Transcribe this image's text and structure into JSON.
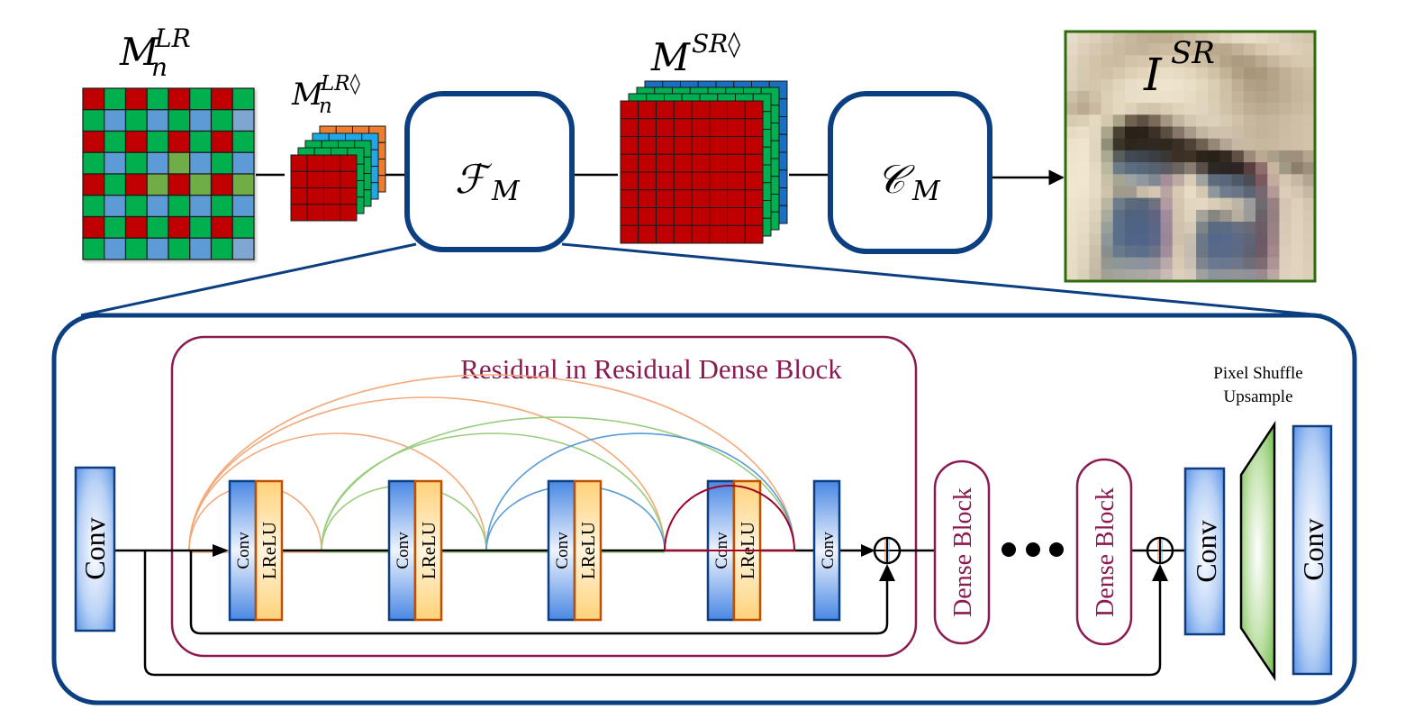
{
  "top_row": {
    "bayer_input": {
      "label_main": "M",
      "label_sub": "n",
      "label_sup": "LR",
      "pattern": [
        [
          "R",
          "G",
          "R",
          "G",
          "R",
          "G",
          "R",
          "G"
        ],
        [
          "G",
          "B",
          "G",
          "B",
          "G",
          "B",
          "G",
          "Bl"
        ],
        [
          "R",
          "G",
          "R",
          "G",
          "R",
          "G",
          "R",
          "G"
        ],
        [
          "G",
          "B",
          "G",
          "B",
          "O",
          "B",
          "G",
          "B"
        ],
        [
          "R",
          "G",
          "R",
          "O",
          "R",
          "O",
          "R",
          "O"
        ],
        [
          "G",
          "B",
          "G",
          "B",
          "G",
          "B",
          "G",
          "B"
        ],
        [
          "R",
          "G",
          "R",
          "G",
          "R",
          "G",
          "R",
          "G"
        ],
        [
          "G",
          "B",
          "G",
          "B",
          "G",
          "B",
          "G",
          "Bl"
        ]
      ]
    },
    "packed_input": {
      "label_main": "M",
      "label_sub": "n",
      "label_sup": "LR◊",
      "grid_size": 4,
      "layers": [
        "orange",
        "blue",
        "green",
        "green",
        "red"
      ]
    },
    "feature_module": {
      "symbol": "ℱ",
      "subscript": "M"
    },
    "sr_mosaic": {
      "label_main": "M",
      "label_sup": "SR◊",
      "grid_size": 8,
      "layers": [
        "blue",
        "green",
        "green",
        "red"
      ]
    },
    "color_module": {
      "symbol": "𝒞",
      "subscript": "M"
    },
    "output_image": {
      "label_main": "I",
      "label_sup": "SR",
      "pixels": [
        "e6dccb",
        "e2d6c1",
        "dcd0bb",
        "d6c8b0",
        "cdbfa6",
        "c8b79d",
        "c2b196",
        "bfae93",
        "c0ad92",
        "c5b398",
        "ccbaa0",
        "d2c1a8",
        "d9c9b1",
        "e0d1ba",
        "e6d9c4",
        "e8ddc9",
        "e6dac6",
        "e2d5c0",
        "ddd0ba",
        "d8cab3",
        "d4c5ad",
        "e4d9c6",
        "ddd0ba",
        "d6c8b0",
        "d0c1a8",
        "cbbba1",
        "c6b69b",
        "c4b398",
        "c9b89d",
        "cdbca2",
        "cdbba1",
        "c8b69c",
        "c2b095",
        "bca98e",
        "bba88c",
        "c3b196",
        "cdbca2",
        "d6c6ad",
        "ddcdb6",
        "e0d2bb",
        "ddcfb7",
        "d9cab2",
        "e0d4bf",
        "d8cab3",
        "d2c3aa",
        "ccbda3",
        "ccbca2",
        "d2c3a9",
        "d5c6ad",
        "d8caaf",
        "dccdb4",
        "dbccb3",
        "d5c6ac",
        "cdbda3",
        "c2b196",
        "b5a388",
        "ad9a80",
        "b09d83",
        "bcaa8f",
        "c8b79e",
        "d1c1a8",
        "d6c7ae",
        "d7c8b0",
        "ded2bd",
        "d6c9b1",
        "d2c3aa",
        "d0c1a7",
        "d6c7ad",
        "ddcfb5",
        "e2d5bc",
        "e6dac2",
        "e8ddc5",
        "e6dbc3",
        "e2d6bd",
        "dacdb4",
        "d0c1a7",
        "c3b297",
        "b3a185",
        "a8957a",
        "ab987d",
        "b6a489",
        "c1b095",
        "cab99f",
        "cfbfa5",
        "dcd0bb",
        "d5c8b0",
        "d4c6ad",
        "d9cbb2",
        "e1d5bc",
        "e7dcc4",
        "ebe1ca",
        "ede3cc",
        "eee4ce",
        "ede3cc",
        "e9dfc8",
        "e3d8c0",
        "dacdb4",
        "cebfa6",
        "bfae93",
        "b29f85",
        "b09d83",
        "b6a48a",
        "bfae94",
        "c7b79d",
        "ccbca3",
        "cdbfa8",
        "c2b49b",
        "cfc1a7",
        "dccfb5",
        "e4d8bf",
        "e8ddc5",
        "eae0c9",
        "ebe1ca",
        "ebe1cb",
        "eae0c9",
        "e6dbc4",
        "e1d5bd",
        "d9ccb3",
        "cfc0a7",
        "c3b399",
        "b8a78d",
        "b4a289",
        "b8a78d",
        "bfae95",
        "c6b69c",
        "cbbba2",
        "c4b59c",
        "bba990",
        "cab9a0",
        "dccfb5",
        "e4d9c0",
        "ddd2b9",
        "d3c7ad",
        "d1c4aa",
        "d8ccb2",
        "dfd3ba",
        "e3d8bf",
        "e0d5bd",
        "dacdb5",
        "d1c3aa",
        "c8b8a0",
        "bfae95",
        "bbaa91",
        "beae94",
        "c4b49a",
        "cab9a0",
        "cebea5",
        "d8cbb3",
        "dbcfb6",
        "e5dac1",
        "d4c8ae",
        "a9a188",
        "716250",
        "5f5142",
        "7a6a5a",
        "a39582",
        "c3b5a0",
        "d4c7b1",
        "dbcfb8",
        "dcd0b9",
        "d7cab2",
        "d0c2a9",
        "c8b89f",
        "c4b49b",
        "c6b69d",
        "cbbba2",
        "cfbfa6",
        "d2c2a9",
        "e6dbc3",
        "e9dfc7",
        "e3d8bf",
        "aaa58b",
        "4a4232",
        "2a2219",
        "2b231b",
        "3b3127",
        "5a4e41",
        "847668",
        "a89a89",
        "c2b5a2",
        "cec1ac",
        "cfc2ac",
        "ccbea6",
        "c6b79e",
        "c3b39a",
        "c6b69d",
        "ccbca3",
        "d0c0a7",
        "d3c3aa",
        "ede3cc",
        "eee4cd",
        "e2d7be",
        "8f8f78",
        "3a3528",
        "2c261d",
        "2e2820",
        "2f2a21",
        "2f281f",
        "3a2f25",
        "4e4135",
        "6e6052",
        "958676",
        "b4a693",
        "c6b8a2",
        "c8baa3",
        "c6b79f",
        "c8b9a0",
        "cdbda4",
        "d0c0a7",
        "d3c3aa",
        "eee4cd",
        "eee5ce",
        "e0d6bd",
        "a9a890",
        "585e5c",
        "414a52",
        "3f454c",
        "3b3f43",
        "393834",
        "3a3024",
        "3f3124",
        "2c241b",
        "28211a",
        "332a22",
        "5e5045",
        "9a8b7b",
        "bba992",
        "aaa08a",
        "9d907c",
        "9f8f7c",
        "b5a58e",
        "eee5ce",
        "efe6cf",
        "e4dac1",
        "b9b8a0",
        "6b7a84",
        "5b6c80",
        "58677a",
        "566270",
        "5c5d62",
        "6b6460",
        "877c72",
        "585048",
        "2c2826",
        "2b2422",
        "2f2422",
        "5b3f40",
        "8e6e6c",
        "c7b5a0",
        "a09a85",
        "8b7f6c",
        "9d8f7b",
        "efe6cf",
        "efe7d0",
        "e6dcc4",
        "c8c1a8",
        "a7a491",
        "9ea3a1",
        "8f98a0",
        "808893",
        "a48f98",
        "bca9a4",
        "d9cbb5",
        "9ea3a0",
        "5d6b7b",
        "5a6679",
        "4f5866",
        "4e4c53",
        "7a5a60",
        "c3aba0",
        "d4c6b0",
        "c6b8a3",
        "b3a592",
        "efe7d0",
        "eee5ce",
        "e6dbc3",
        "cfc4ab",
        "9f9c8d",
        "a19b8f",
        "c8bca8",
        "d3c7b2",
        "b8a4a0",
        "d8c9b3",
        "e8dcc4",
        "d3c9b3",
        "8e979b",
        "6f7c8d",
        "6a7688",
        "5c6575",
        "766670",
        "b39a97",
        "dccdb8",
        "d4c6b1",
        "c6b7a3",
        "ede4cd",
        "ebe2ca",
        "e1d6be",
        "b9b5a1",
        "6d7c88",
        "5c6a7e",
        "5a677a",
        "707080",
        "b39aa2",
        "d4c5b0",
        "e2d6bf",
        "e4d8c1",
        "d9cdb7",
        "cec3ad",
        "bdb6a6",
        "9b9d9c",
        "6f6a70",
        "9b8083",
        "d5c5b2",
        "ddcfb9",
        "d3c5b0",
        "ebe2ca",
        "e9dfc8",
        "dcd1b9",
        "a9ab9c",
        "5d6f84",
        "4f6380",
        "506380",
        "5f6580",
        "a08c9b",
        "d2c2ae",
        "dfd3bc",
        "a6a49a",
        "858680",
        "9b958d",
        "b7ae9f",
        "9b9b97",
        "6b6269",
        "958081",
        "d6c7b3",
        "dfd1bb",
        "d6c8b3",
        "eae1c9",
        "e7ddc5",
        "d7ccb5",
        "99a09a",
        "59708a",
        "4e6484",
        "4e6385",
        "5b6585",
        "9b899b",
        "d0c1ae",
        "d6cab6",
        "7d8588",
        "5a6a7f",
        "5b6b82",
        "676f80",
        "6a6a76",
        "6c5c66",
        "9a8185",
        "d8c9b5",
        "e0d2bc",
        "d8cab5",
        "e9dfc8",
        "e4dac2",
        "d1c6b0",
        "8d9798",
        "5a6f88",
        "50658a",
        "506489",
        "5c678a",
        "978799",
        "cfc0ad",
        "c6bfb0",
        "6c7888",
        "55678a",
        "56698a",
        "5c6a85",
        "5f6478",
        "6a5a66",
        "9c8387",
        "d9cab6",
        "e0d3bd",
        "d9cbb6",
        "e8dec7",
        "e1d7bf",
        "cbc0aa",
        "888f8e",
        "6a7a8a",
        "5f708a",
        "5d6e8b",
        "6c7288",
        "a08e9a",
        "d4c5b2",
        "c4bcae",
        "6d7786",
        "58698a",
        "586a88",
        "5e6a82",
        "5f6272",
        "6e5c65",
        "a3898b",
        "dccdb9",
        "e1d4be",
        "dacdb7",
        "e7ddc6",
        "ded4bc",
        "c7bca6",
        "939790",
        "8e9798",
        "8c959c",
        "8b93a0",
        "939299",
        "b8a8a9",
        "d9cab6",
        "c9c0b1",
        "7e8590",
        "6a7890",
        "6a7790",
        "6e7687",
        "6e6d78",
        "7c6b72",
        "ae9595",
        "ddcfbb",
        "e2d5bf",
        "dbcdb8",
        "e6dcc5",
        "dbd1b9",
        "c3b8a3",
        "a0a194",
        "a4a49c",
        "a8a6a0",
        "aba8a3",
        "b1aaa6",
        "c9bab3",
        "ddcfbb",
        "d5cabb",
        "a0a0a0",
        "8e929c",
        "8f939c",
        "92949a",
        "92909a",
        "998a8f",
        "bca7a5",
        "ded0bc",
        "e2d5bf",
        "dccfb9"
      ]
    },
    "arrow_to_output": "arrow-right"
  },
  "network": {
    "rrdb_title": "Residual in Residual Dense Block",
    "first_conv_label": "Conv",
    "dense_layers": [
      {
        "conv": "Conv",
        "act": "LReLU"
      },
      {
        "conv": "Conv",
        "act": "LReLU"
      },
      {
        "conv": "Conv",
        "act": "LReLU"
      },
      {
        "conv": "Conv",
        "act": "LReLU"
      }
    ],
    "rrdb_last_conv_label": "Conv",
    "dense_block_labels": [
      "Dense Block",
      "Dense Block"
    ],
    "ellipsis": "•••",
    "post_conv_label": "Conv",
    "upsample_label_line1": "Pixel Shuffle",
    "upsample_label_line2": "Upsample",
    "final_conv_label": "Conv",
    "dense_connection_colors": [
      "#f4a97a",
      "#9acd7e",
      "#5b9bd5",
      "#a1002b"
    ]
  },
  "colors": {
    "module_border": "#0b3f82",
    "rrdb_border": "#8b1a52",
    "bayer_red": "#c00000",
    "bayer_green": "#00b050",
    "bayer_blue": "#5b9bd5",
    "bayer_blue_light": "#7ea6d0",
    "bayer_olive": "#70ad47",
    "layer_orange": "#ed7d31",
    "layer_cyan": "#1fa8e6",
    "layer_blue": "#1b6ec2",
    "output_border": "#2e6b0c",
    "conv_fill": "#5a96e8",
    "conv_border": "#0b3f82",
    "lrelu_fill": "#ffd27a",
    "lrelu_border": "#c05000",
    "trapezoid_fill": "#7cc356"
  }
}
